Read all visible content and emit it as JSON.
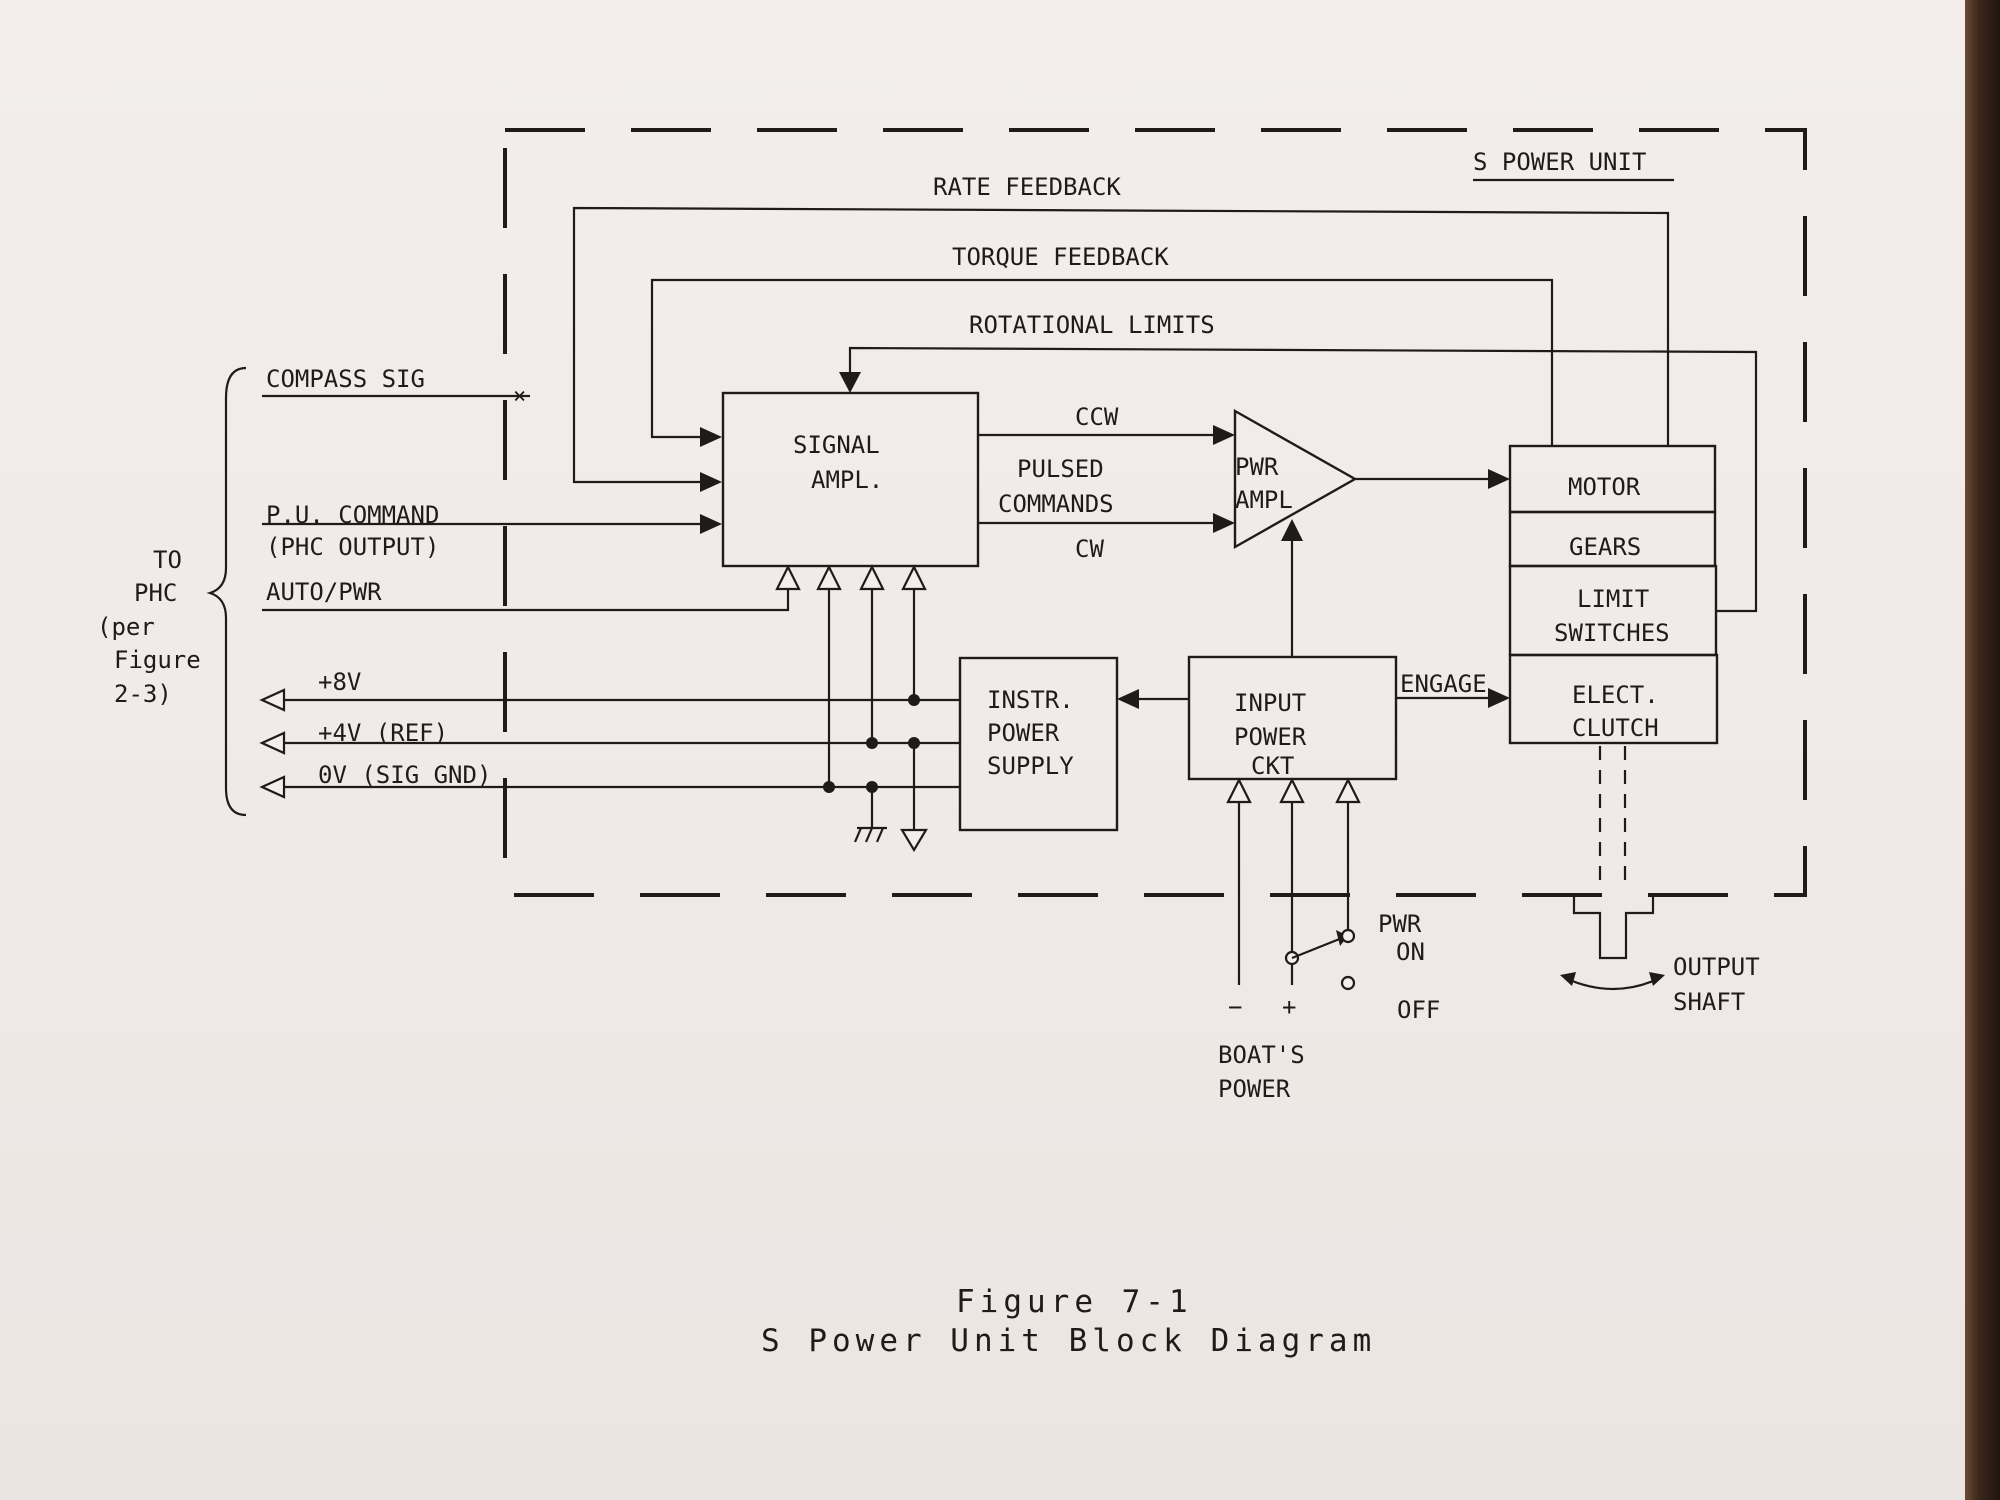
{
  "unit_title": "S POWER UNIT",
  "feedback": {
    "rate": "RATE FEEDBACK",
    "torque": "TORQUE FEEDBACK",
    "rotational": "ROTATIONAL LIMITS"
  },
  "inputs": {
    "compass": "COMPASS SIG",
    "pu_command": "P.U. COMMAND",
    "phc_output": "(PHC OUTPUT)",
    "auto_pwr": "AUTO/PWR",
    "v8": "+8V",
    "v4": "+4V (REF)",
    "v0": "0V (SIG GND)"
  },
  "to_phc": [
    "TO",
    "PHC",
    "(per",
    "Figure",
    "2-3)"
  ],
  "blocks": {
    "signal_ampl": [
      "SIGNAL",
      "AMPL."
    ],
    "pwr_ampl": [
      "PWR",
      "AMPL"
    ],
    "motor": "MOTOR",
    "gears": "GEARS",
    "limit_switches": [
      "LIMIT",
      "SWITCHES"
    ],
    "elect_clutch": [
      "ELECT.",
      "CLUTCH"
    ],
    "instr_power": [
      "INSTR.",
      "POWER",
      "SUPPLY"
    ],
    "input_power": [
      "INPUT",
      "POWER",
      "CKT"
    ]
  },
  "signals": {
    "ccw": "CCW",
    "pulsed": [
      "PULSED",
      "COMMANDS"
    ],
    "cw": "CW",
    "engage": "ENGAGE"
  },
  "power_switch": {
    "on_label": [
      "PWR",
      "ON"
    ],
    "off_label": "OFF",
    "minus": "−",
    "plus": "+",
    "boats_power": [
      "BOAT'S",
      "POWER"
    ]
  },
  "output_shaft": [
    "OUTPUT",
    "SHAFT"
  ],
  "figure": {
    "number": "Figure 7-1",
    "title": "S Power Unit Block Diagram"
  }
}
